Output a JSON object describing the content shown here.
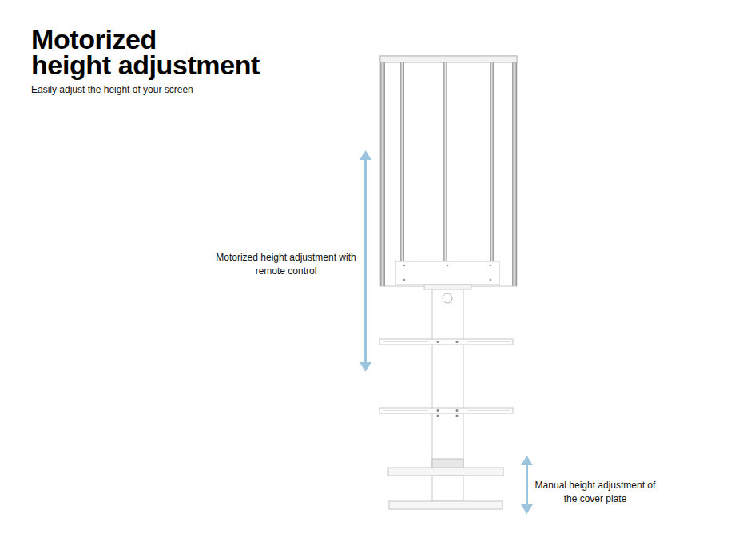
{
  "diagram": {
    "title": "Motorized height adjustment",
    "caption": "Easily adjust the height of your screen",
    "labels": [
      "Motorized height adjustment with remote control",
      "Manual height adjustment of the cover plate"
    ]
  }
}
